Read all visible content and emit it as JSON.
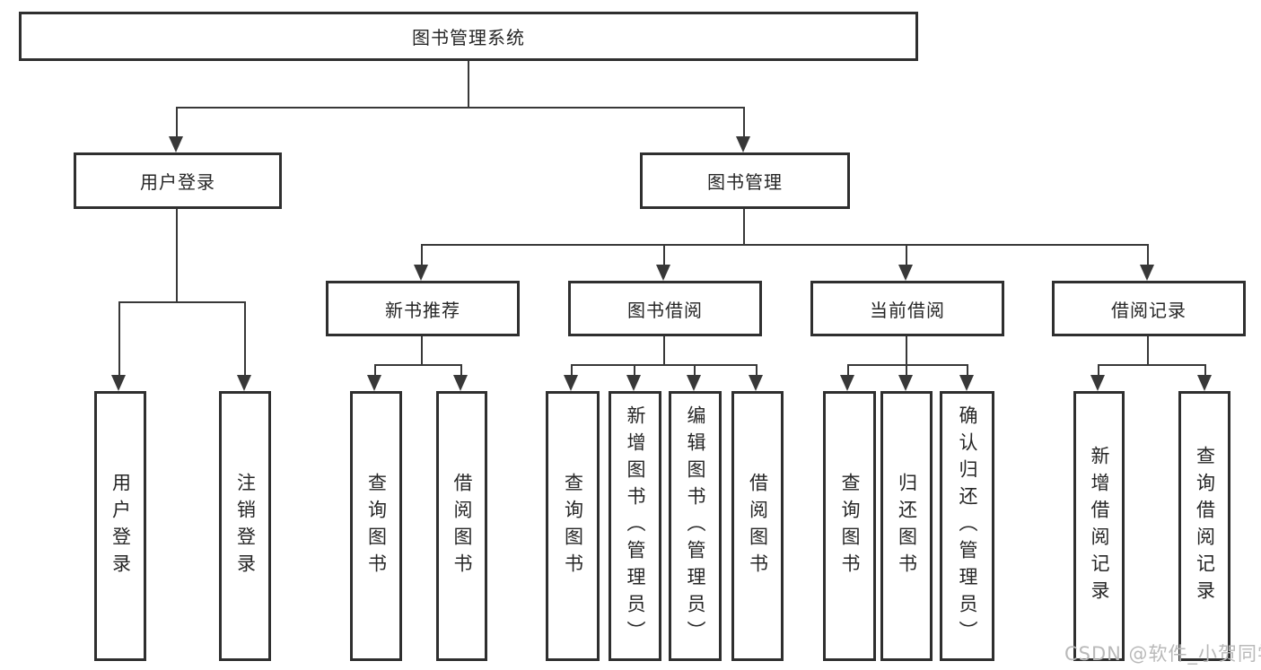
{
  "diagram": {
    "root": {
      "label": "图书管理系统"
    },
    "level2": {
      "user_login": {
        "label": "用户登录"
      },
      "book_mgmt": {
        "label": "图书管理"
      }
    },
    "level3": {
      "new_book_rec": {
        "label": "新书推荐"
      },
      "book_borrow": {
        "label": "图书借阅"
      },
      "current_borrow": {
        "label": "当前借阅"
      },
      "borrow_record": {
        "label": "借阅记录"
      }
    },
    "leaves": {
      "user_login": {
        "label": "用户登录"
      },
      "logout": {
        "label": "注销登录"
      },
      "rec_query_books": {
        "label": "查询图书"
      },
      "rec_borrow_books": {
        "label": "借阅图书"
      },
      "bb_query_books": {
        "label": "查询图书"
      },
      "bb_add_books": {
        "label": "新增图书（管理员）"
      },
      "bb_edit_books": {
        "label": "编辑图书（管理员）"
      },
      "bb_borrow_books": {
        "label": "借阅图书"
      },
      "cb_query_books": {
        "label": "查询图书"
      },
      "cb_return_books": {
        "label": "归还图书"
      },
      "cb_confirm_return": {
        "label": "确认归还（管理员）"
      },
      "br_add_record": {
        "label": "新增借阅记录"
      },
      "br_query_record": {
        "label": "查询借阅记录"
      }
    },
    "colors": {
      "line": "#383838",
      "box_border": "#2f2f2f",
      "box_fill": "#ffffff",
      "text": "#262626"
    }
  },
  "watermark": {
    "text": "CSDN @软件_小贺同学",
    "color": "#b9b9b9"
  }
}
